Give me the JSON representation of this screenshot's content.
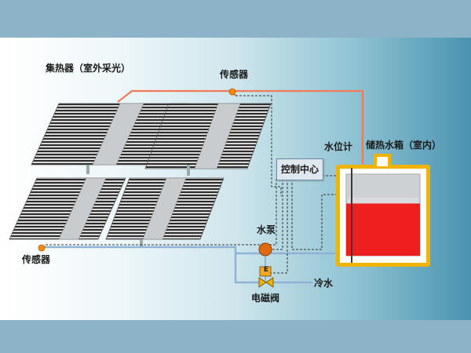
{
  "labels": {
    "collector": "集热器（室外采光）",
    "sensor_top": "传感器",
    "sensor_bottom": "传感器",
    "controller": "控制中心",
    "water_level": "水位计",
    "tank": "储热水箱（室内）",
    "pump": "水泵",
    "valve": "电磁阀",
    "cold_water": "冷水",
    "valve_letter": "E"
  },
  "colors": {
    "hot_pipe": "#f07a5a",
    "cold_pipe": "#8fb3d6",
    "tank_water": "#ee1f1f",
    "tank_frame": "#f0b400",
    "pump": "#e06a10",
    "sensor": "#ff8c00"
  },
  "tank_fill_fraction": 0.64
}
